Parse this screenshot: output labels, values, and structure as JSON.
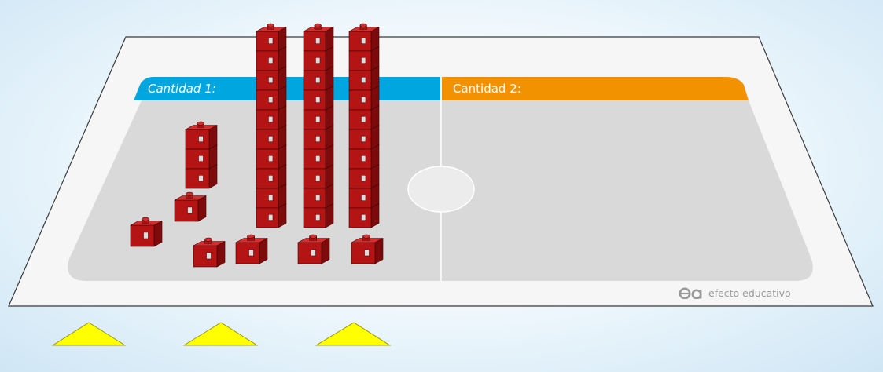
{
  "board": {
    "quantity_1_label": "Cantidad 1:",
    "quantity_2_label": "Cantidad 2:",
    "brand_text": "efecto educativo"
  },
  "quantity_1": {
    "rods_of_ten": 3,
    "single_cubes": 6,
    "stack_of_three": 3
  },
  "colors": {
    "quantity_1_tab": "#00a6df",
    "quantity_2_tab": "#f39200",
    "cube_front": "#b41414",
    "cube_top": "#d42e2e",
    "cube_side": "#7e0b0b",
    "triangle": "#ffff00",
    "mat": "#d9d9d9",
    "board": "#f6f6f6"
  },
  "controls": {
    "triangle_buttons": 3
  }
}
